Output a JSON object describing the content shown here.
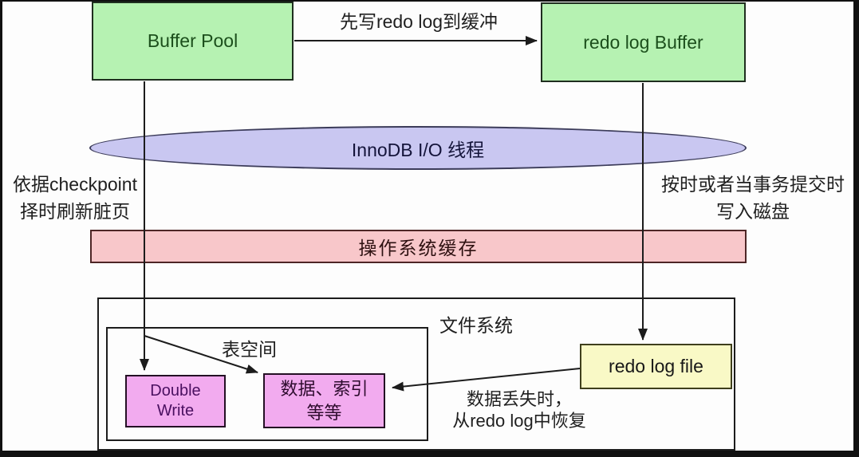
{
  "nodes": {
    "buffer_pool": {
      "label": "Buffer Pool"
    },
    "redo_log_buffer": {
      "label": "redo log Buffer"
    },
    "io_thread": {
      "label": "InnoDB I/O 线程"
    },
    "os_cache": {
      "label": "操作系统缓存"
    },
    "file_system": {
      "label": "文件系统"
    },
    "tablespace": {
      "label": "表空间"
    },
    "double_write": {
      "line1": "Double",
      "line2": "Write"
    },
    "data_index": {
      "line1": "数据、索引",
      "line2": "等等"
    },
    "redo_log_file": {
      "label": "redo log file"
    }
  },
  "annotations": {
    "write_to_buffer": "先写redo log到缓冲",
    "checkpoint_line1": "依据checkpoint",
    "checkpoint_line2": "择时刷新脏页",
    "commit_line1": "按时或者当事务提交时",
    "commit_line2": "写入磁盘",
    "recover_line1": "数据丢失时，",
    "recover_line2": "从redo log中恢复"
  },
  "colors": {
    "box_green": "#b6f2b2",
    "ellipse_lavender": "#c9c7f1",
    "os_cache_pink": "#f8c7ca",
    "disk_magenta": "#f2abef",
    "redo_file_yellow": "#f9f9c6",
    "line": "#1c1c1c"
  }
}
